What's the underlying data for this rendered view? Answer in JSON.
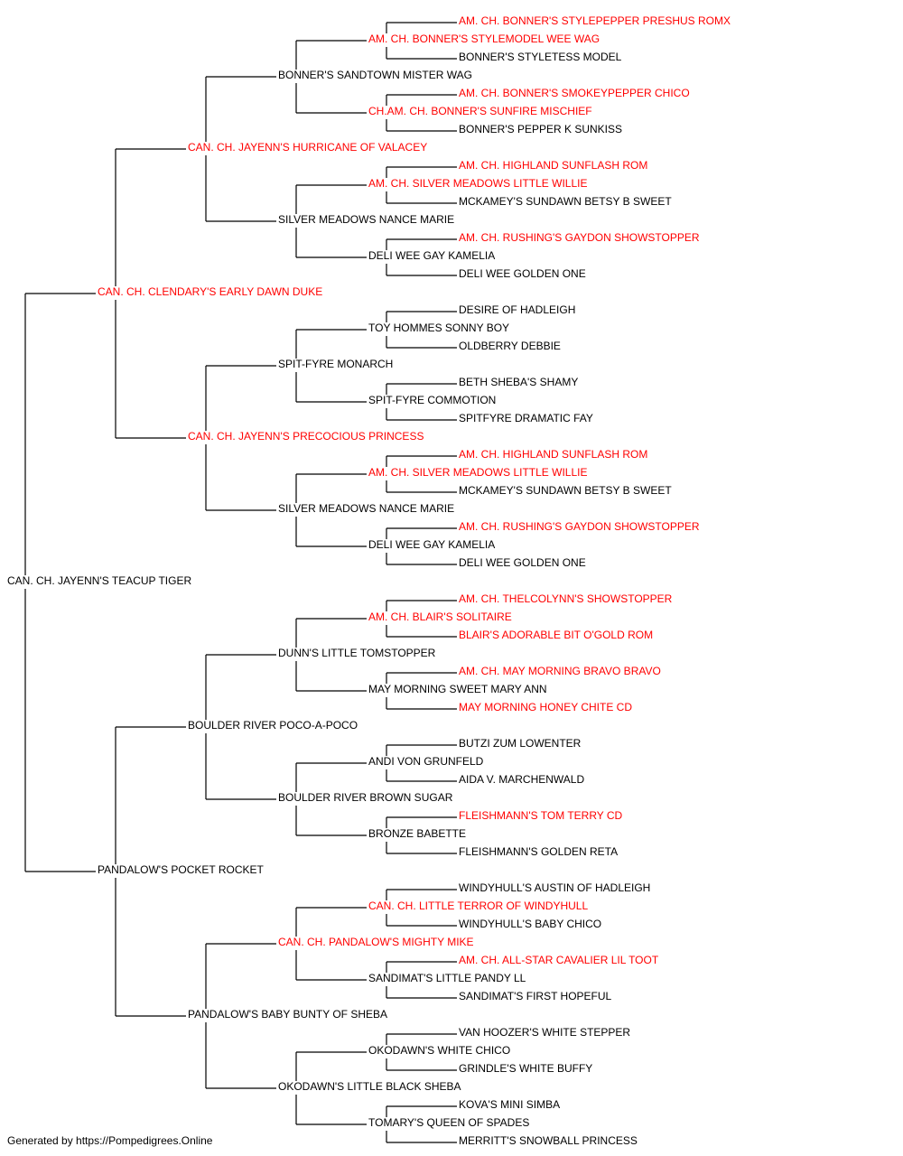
{
  "colors": {
    "champion": "#ff0000",
    "normal": "#000000",
    "line": "#000000"
  },
  "pedigree": [
    {
      "name": "CAN. CH. JAYENN'S TEACUP TIGER",
      "gen": 0,
      "champion": false
    },
    {
      "name": "CAN. CH. CLENDARY'S EARLY DAWN DUKE",
      "gen": 1,
      "champion": true
    },
    {
      "name": "CAN. CH. JAYENN'S HURRICANE OF VALACEY",
      "gen": 2,
      "champion": true
    },
    {
      "name": "BONNER'S SANDTOWN MISTER WAG",
      "gen": 3,
      "champion": false
    },
    {
      "name": "AM. CH. BONNER'S STYLEMODEL WEE WAG",
      "gen": 4,
      "champion": true
    },
    {
      "name": "AM. CH. BONNER'S STYLEPEPPER PRESHUS ROMX",
      "gen": 5,
      "champion": true
    },
    {
      "name": "BONNER'S STYLETESS MODEL",
      "gen": 5,
      "champion": false
    },
    {
      "name": "CH.AM. CH. BONNER'S SUNFIRE MISCHIEF",
      "gen": 4,
      "champion": true
    },
    {
      "name": "AM. CH. BONNER'S SMOKEYPEPPER CHICO",
      "gen": 5,
      "champion": true
    },
    {
      "name": "BONNER'S PEPPER K SUNKISS",
      "gen": 5,
      "champion": false
    },
    {
      "name": "SILVER MEADOWS NANCE MARIE",
      "gen": 3,
      "champion": false
    },
    {
      "name": "AM. CH. SILVER MEADOWS LITTLE WILLIE",
      "gen": 4,
      "champion": true
    },
    {
      "name": "AM. CH. HIGHLAND SUNFLASH ROM",
      "gen": 5,
      "champion": true
    },
    {
      "name": "MCKAMEY'S SUNDAWN BETSY B SWEET",
      "gen": 5,
      "champion": false
    },
    {
      "name": "DELI WEE GAY KAMELIA",
      "gen": 4,
      "champion": false
    },
    {
      "name": "AM. CH. RUSHING'S GAYDON SHOWSTOPPER",
      "gen": 5,
      "champion": true
    },
    {
      "name": "DELI WEE GOLDEN ONE",
      "gen": 5,
      "champion": false
    },
    {
      "name": "CAN. CH. JAYENN'S PRECOCIOUS PRINCESS",
      "gen": 2,
      "champion": true
    },
    {
      "name": "SPIT-FYRE MONARCH",
      "gen": 3,
      "champion": false
    },
    {
      "name": "TOY HOMMES SONNY BOY",
      "gen": 4,
      "champion": false
    },
    {
      "name": "DESIRE OF HADLEIGH",
      "gen": 5,
      "champion": false
    },
    {
      "name": "OLDBERRY DEBBIE",
      "gen": 5,
      "champion": false
    },
    {
      "name": "SPIT-FYRE COMMOTION",
      "gen": 4,
      "champion": false
    },
    {
      "name": "BETH SHEBA'S SHAMY",
      "gen": 5,
      "champion": false
    },
    {
      "name": "SPITFYRE DRAMATIC FAY",
      "gen": 5,
      "champion": false
    },
    {
      "name": "SILVER MEADOWS NANCE MARIE",
      "gen": 3,
      "champion": false
    },
    {
      "name": "AM. CH. SILVER MEADOWS LITTLE WILLIE",
      "gen": 4,
      "champion": true
    },
    {
      "name": "AM. CH. HIGHLAND SUNFLASH ROM",
      "gen": 5,
      "champion": true
    },
    {
      "name": "MCKAMEY'S SUNDAWN BETSY B SWEET",
      "gen": 5,
      "champion": false
    },
    {
      "name": "DELI WEE GAY KAMELIA",
      "gen": 4,
      "champion": false
    },
    {
      "name": "AM. CH. RUSHING'S GAYDON SHOWSTOPPER",
      "gen": 5,
      "champion": true
    },
    {
      "name": "DELI WEE GOLDEN ONE",
      "gen": 5,
      "champion": false
    },
    {
      "name": "PANDALOW'S POCKET ROCKET",
      "gen": 1,
      "champion": false
    },
    {
      "name": "BOULDER RIVER POCO-A-POCO",
      "gen": 2,
      "champion": false
    },
    {
      "name": "DUNN'S LITTLE TOMSTOPPER",
      "gen": 3,
      "champion": false
    },
    {
      "name": "AM. CH. BLAIR'S SOLITAIRE",
      "gen": 4,
      "champion": true
    },
    {
      "name": "AM. CH. THELCOLYNN'S SHOWSTOPPER",
      "gen": 5,
      "champion": true
    },
    {
      "name": "BLAIR'S ADORABLE BIT O'GOLD ROM",
      "gen": 5,
      "champion": true
    },
    {
      "name": "MAY MORNING SWEET MARY ANN",
      "gen": 4,
      "champion": false
    },
    {
      "name": "AM. CH. MAY MORNING BRAVO BRAVO",
      "gen": 5,
      "champion": true
    },
    {
      "name": "MAY MORNING HONEY CHITE CD",
      "gen": 5,
      "champion": true
    },
    {
      "name": "BOULDER RIVER BROWN SUGAR",
      "gen": 3,
      "champion": false
    },
    {
      "name": "ANDI VON GRUNFELD",
      "gen": 4,
      "champion": false
    },
    {
      "name": "BUTZI ZUM LOWENTER",
      "gen": 5,
      "champion": false
    },
    {
      "name": "AIDA V. MARCHENWALD",
      "gen": 5,
      "champion": false
    },
    {
      "name": "BRONZE BABETTE",
      "gen": 4,
      "champion": false
    },
    {
      "name": "FLEISHMANN'S TOM TERRY CD",
      "gen": 5,
      "champion": true
    },
    {
      "name": "FLEISHMANN'S GOLDEN RETA",
      "gen": 5,
      "champion": false
    },
    {
      "name": "PANDALOW'S BABY BUNTY OF SHEBA",
      "gen": 2,
      "champion": false
    },
    {
      "name": "CAN. CH. PANDALOW'S MIGHTY MIKE",
      "gen": 3,
      "champion": true
    },
    {
      "name": "CAN. CH. LITTLE TERROR OF WINDYHULL",
      "gen": 4,
      "champion": true
    },
    {
      "name": "WINDYHULL'S AUSTIN OF HADLEIGH",
      "gen": 5,
      "champion": false
    },
    {
      "name": "WINDYHULL'S BABY CHICO",
      "gen": 5,
      "champion": false
    },
    {
      "name": "SANDIMAT'S LITTLE PANDY LL",
      "gen": 4,
      "champion": false
    },
    {
      "name": "AM. CH. ALL-STAR CAVALIER LIL TOOT",
      "gen": 5,
      "champion": true
    },
    {
      "name": "SANDIMAT'S FIRST HOPEFUL",
      "gen": 5,
      "champion": false
    },
    {
      "name": "OKODAWN'S LITTLE BLACK SHEBA",
      "gen": 3,
      "champion": false
    },
    {
      "name": "OKODAWN'S WHITE CHICO",
      "gen": 4,
      "champion": false
    },
    {
      "name": "VAN HOOZER'S WHITE STEPPER",
      "gen": 5,
      "champion": false
    },
    {
      "name": "GRINDLE'S WHITE BUFFY",
      "gen": 5,
      "champion": false
    },
    {
      "name": "TOMARY'S QUEEN OF SPADES",
      "gen": 4,
      "champion": false
    },
    {
      "name": "KOVA'S MINI SIMBA",
      "gen": 5,
      "champion": false
    },
    {
      "name": "MERRITT'S SNOWBALL PRINCESS",
      "gen": 5,
      "champion": false
    }
  ],
  "footer": "Generated by https://Pompedigrees.Online"
}
